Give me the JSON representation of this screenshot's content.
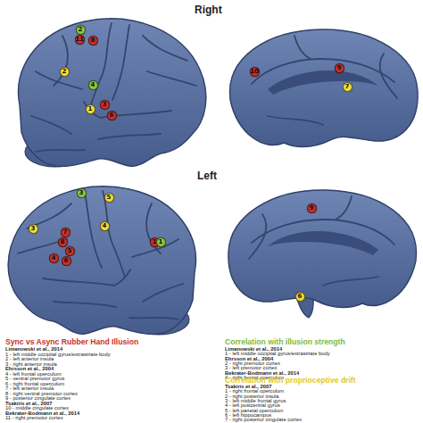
{
  "diagram": {
    "nodes": [
      {
        "text": [
          "2"
        ]
      },
      {
        "text": [
          "11"
        ]
      },
      {
        "text": [
          "8"
        ]
      },
      {
        "text": [
          "2"
        ]
      },
      {
        "text": [
          "4"
        ]
      },
      {
        "text": [
          "1"
        ]
      },
      {
        "text": [
          "3"
        ]
      },
      {
        "text": [
          "6"
        ]
      },
      {
        "text": [
          "10"
        ]
      },
      {
        "text": [
          "9"
        ]
      },
      {
        "text": [
          "7"
        ]
      },
      {
        "text": [
          "3"
        ]
      },
      {
        "text": [
          "5"
        ]
      },
      {
        "text": [
          "9"
        ]
      },
      {
        "text": [
          "3"
        ]
      },
      {
        "text": [
          "4"
        ]
      },
      {
        "text": [
          "7"
        ]
      },
      {
        "text": [
          "8"
        ]
      },
      {
        "text": [
          "1"
        ]
      },
      {
        "text": [
          "1"
        ]
      },
      {
        "text": [
          "5"
        ]
      },
      {
        "text": [
          "4"
        ]
      },
      {
        "text": [
          "6"
        ]
      },
      {
        "text": [
          "6"
        ]
      }
    ],
    "labels": [
      "Right",
      "Left",
      "Sync vs Async Rubber Hand Illusion",
      "Limanowski et al., 2014",
      "1 - left middle occipital gyrus/extrastriate body",
      "2 - left anterior insula",
      "3 - right anterior insula",
      "Ehrsson et al., 2004",
      "4 - left frontal operculum",
      "5 - ventral premotor gyrus",
      "6 - right frontal operculum",
      "7 - left anterior insula",
      "8 - right ventral premotor cortex",
      "9 - posterior cingulate cortex",
      "Tsakiris et al., 2007",
      "10 - middle cingulate cortex",
      "Bekrater-Bodmann et al., 2014",
      "11 - right premotor cortex",
      "Correlation with illusion strength",
      "Limanowski et al., 2014",
      "1 - left middle occipital gyrus/extrastriate body",
      "Ehrsson et al., 2004",
      "2 - right premotor cortex",
      "3 - left premotor cortex",
      "Bekrater-Bodmann et al., 2014",
      "4 - right frontal operculum",
      "Correlation with proprioceptive drift",
      "Tsakiris et al., 2007",
      "1 - right frontal operculum",
      "2 - right posterior insula",
      "3 - left middle frontal gyrus",
      "4 - left postcentral gyrus",
      "5 - left parietal operculum",
      "6 - left hippocampus",
      "7 - right posterior cingulate cortex"
    ]
  }
}
